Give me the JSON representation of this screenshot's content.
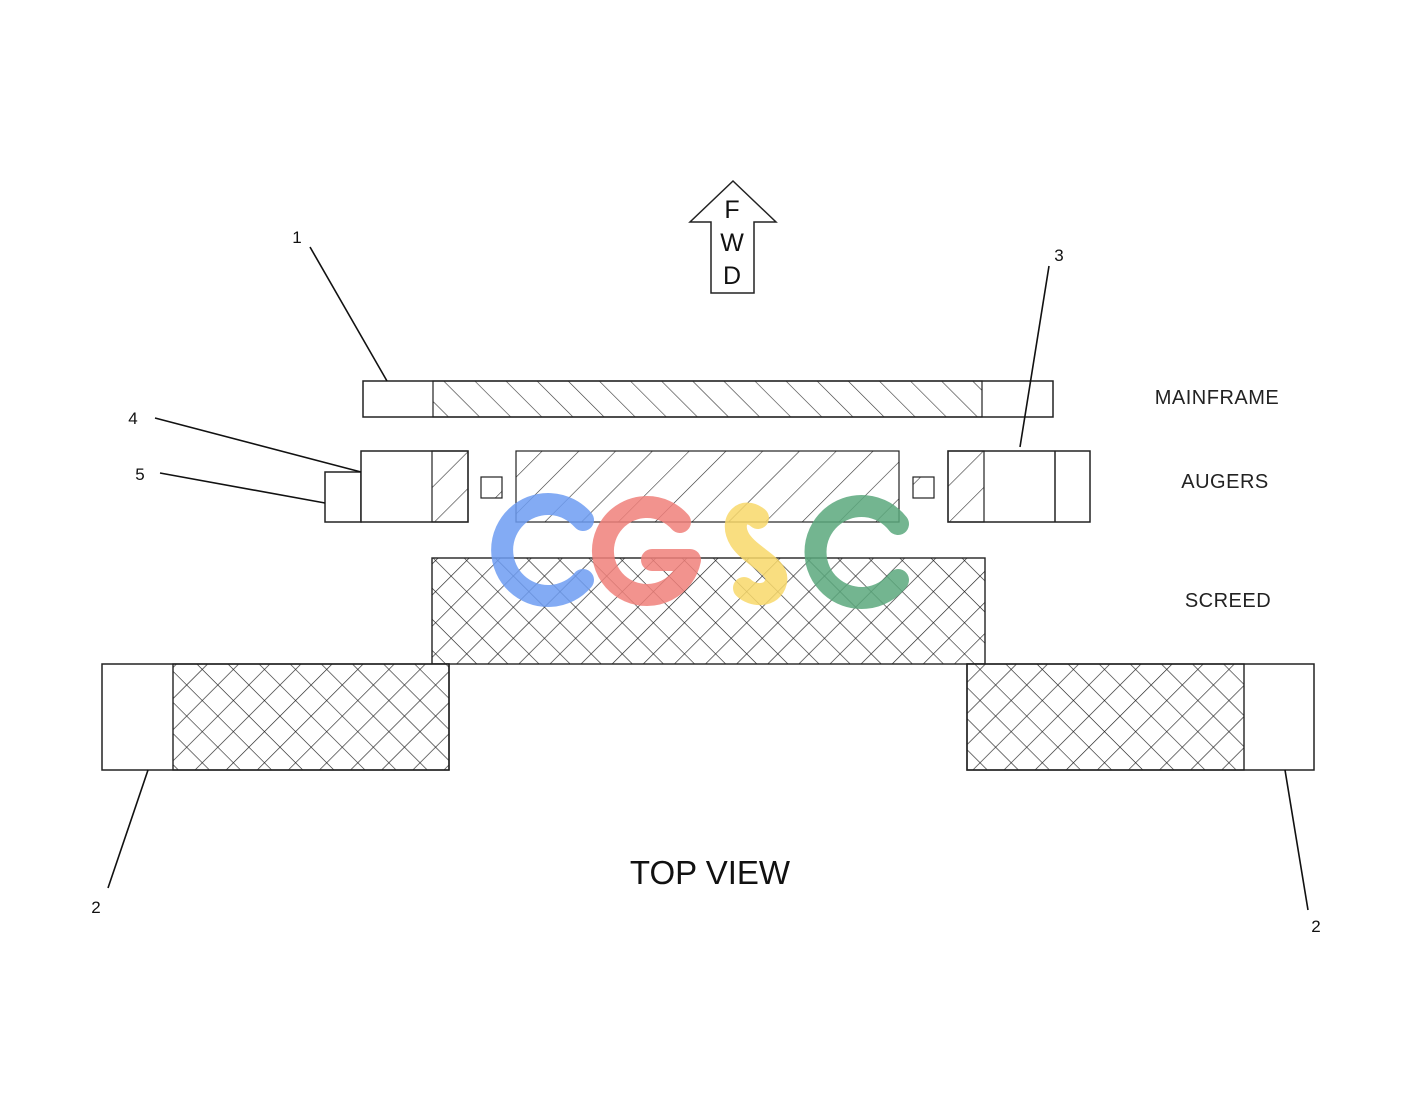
{
  "diagram": {
    "view_title": "TOP VIEW",
    "direction_arrow": {
      "letters": [
        "F",
        "W",
        "D"
      ]
    },
    "section_labels": {
      "mainframe": "MAINFRAME",
      "augers": "AUGERS",
      "screed": "SCREED"
    },
    "callouts": {
      "c1": "1",
      "c2_left": "2",
      "c2_right": "2",
      "c3": "3",
      "c4": "4",
      "c5": "5"
    },
    "watermark": {
      "letters": "CGSC",
      "colors": [
        "#6d9cf2",
        "#f0807a",
        "#f8d86a",
        "#5aa87c"
      ]
    },
    "colors": {
      "line": "#222222",
      "background": "#ffffff"
    }
  }
}
